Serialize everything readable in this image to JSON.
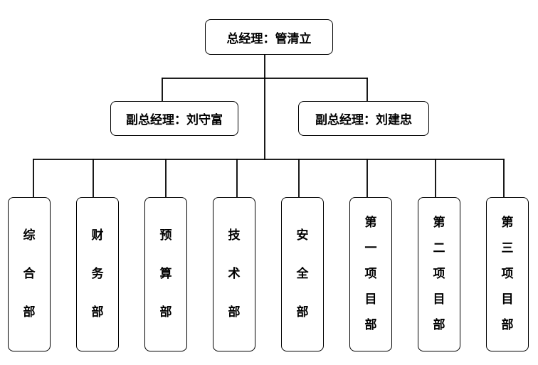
{
  "gm": "总经理：管清立",
  "deputies": [
    "副总经理：刘守富",
    "副总经理：刘建忠"
  ],
  "departments": [
    [
      "综",
      "合",
      "部"
    ],
    [
      "财",
      "务",
      "部"
    ],
    [
      "预",
      "算",
      "部"
    ],
    [
      "技",
      "术",
      "部"
    ],
    [
      "安",
      "全",
      "部"
    ],
    [
      "第",
      "一",
      "项",
      "目",
      "部"
    ],
    [
      "第",
      "二",
      "项",
      "目",
      "部"
    ],
    [
      "第",
      "三",
      "项",
      "目",
      "部"
    ]
  ]
}
